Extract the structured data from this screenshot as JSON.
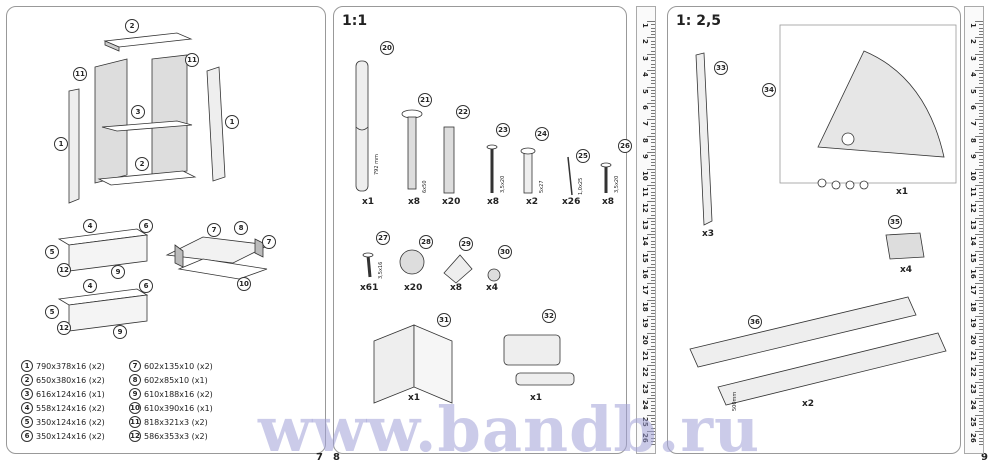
{
  "panels": {
    "left": {
      "page_number": "7"
    },
    "middle": {
      "scale": "1:1",
      "page_number": "8"
    },
    "right": {
      "scale": "1: 2,5",
      "page_number": "9"
    }
  },
  "legend": [
    {
      "num": "1",
      "text": "790x378x16 (x2)"
    },
    {
      "num": "2",
      "text": "650x380x16 (x2)"
    },
    {
      "num": "3",
      "text": "616x124x16 (x1)"
    },
    {
      "num": "4",
      "text": "558x124x16 (x2)"
    },
    {
      "num": "5",
      "text": "350x124x16 (x2)"
    },
    {
      "num": "6",
      "text": "350x124x16 (x2)"
    },
    {
      "num": "7",
      "text": "602x135x10 (x2)"
    },
    {
      "num": "8",
      "text": "602x85x10 (x1)"
    },
    {
      "num": "9",
      "text": "610x188x16 (x2)"
    },
    {
      "num": "10",
      "text": "610x390x16 (x1)"
    },
    {
      "num": "11",
      "text": "818x321x3 (x2)"
    },
    {
      "num": "12",
      "text": "586x353x3 (x2)"
    }
  ],
  "assembly_callouts": {
    "c2_top": "2",
    "c11_left": "11",
    "c11_right": "11",
    "c3": "3",
    "c1_left": "1",
    "c1_right": "1",
    "c2_bottom": "2",
    "d1_4": "4",
    "d1_6": "6",
    "d1_5": "5",
    "d1_12": "12",
    "d1_9": "9",
    "d2_4": "4",
    "d2_6": "6",
    "d2_5": "5",
    "d2_12": "12",
    "d2_9": "9",
    "t7a": "7",
    "t8": "8",
    "t7b": "7",
    "t10": "10"
  },
  "parts_1to1": [
    {
      "num": "20",
      "qty": "x1",
      "dim": "792 mm"
    },
    {
      "num": "21",
      "qty": "x8",
      "dim": "6x50"
    },
    {
      "num": "22",
      "qty": "x20",
      "dim": ""
    },
    {
      "num": "23",
      "qty": "x8",
      "dim": "3,5x20"
    },
    {
      "num": "24",
      "qty": "x2",
      "dim": "5x27"
    },
    {
      "num": "25",
      "qty": "x26",
      "dim": "1,0x25"
    },
    {
      "num": "26",
      "qty": "x8",
      "dim": "3,5x20"
    },
    {
      "num": "27",
      "qty": "x61",
      "dim": "3,5x16"
    },
    {
      "num": "28",
      "qty": "x20",
      "dim": ""
    },
    {
      "num": "29",
      "qty": "x8",
      "dim": ""
    },
    {
      "num": "30",
      "qty": "x4",
      "dim": ""
    },
    {
      "num": "31",
      "qty": "x1",
      "dim": ""
    },
    {
      "num": "32",
      "qty": "x1",
      "dim": ""
    }
  ],
  "parts_1to2_5": [
    {
      "num": "33",
      "qty": "x3",
      "dim": ""
    },
    {
      "num": "34",
      "qty": "x1",
      "dim": ""
    },
    {
      "num": "35",
      "qty": "x4",
      "dim": ""
    },
    {
      "num": "36",
      "qty": "x2",
      "dim": "500mm"
    }
  ],
  "rulers": {
    "middle": [
      "1",
      "2",
      "3",
      "4",
      "5",
      "6",
      "7",
      "8",
      "9",
      "10",
      "11",
      "12",
      "13",
      "14",
      "15",
      "16",
      "17",
      "18",
      "19",
      "20",
      "21",
      "22",
      "23",
      "24",
      "25",
      "26"
    ],
    "right": [
      "1",
      "2",
      "3",
      "4",
      "5",
      "6",
      "7",
      "8",
      "9",
      "10",
      "11",
      "12",
      "13",
      "14",
      "15",
      "16",
      "17",
      "18",
      "19",
      "20",
      "21",
      "22",
      "23",
      "24",
      "25",
      "26"
    ]
  },
  "watermark": "www.bandb.ru"
}
